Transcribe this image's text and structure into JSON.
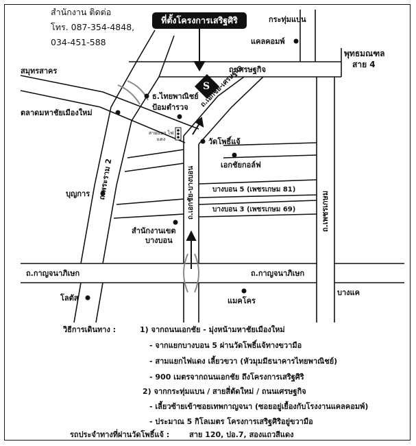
{
  "contact": {
    "line1": "สำนักงาน ติดต่อ",
    "line2": "โทร. 087-354-4848,",
    "line3": "034-451-588"
  },
  "project_title": "ที่ตั้งโครงการเสริฐศิริ",
  "places": {
    "krathum_baen": "กระทุ่มแบน",
    "calcomp": "แคลคอมพ์",
    "phutthamonthon": "พุทธมณฑล",
    "sai4": "สาย 4",
    "samut_sakhon": "สมุทรสาคร",
    "thai_panich": "ธ.ไทยพาณิชย์",
    "police": "ป้อมตำรวจ",
    "mahachai_market": "ตลาดมหาชัยเมืองใหม่",
    "traffic_light": "สามแยก ไฟแดง",
    "wat_phoji": "วัดโพธิ์แจ้",
    "ekachai_golf": "เอกชัยกอล์ฟ",
    "bunyakan": "บุญการ",
    "district_office_1": "สำนักงานเขต",
    "district_office_2": "บางบอน",
    "lotus": "โลตัส",
    "makro": "แมคโคร",
    "bang_khae": "บางแค"
  },
  "roads": {
    "setthakit": "ถ.เศรษฐกิจ",
    "ekachai_setthakit": "ถ.เอกชัย-เศรษฐกิจ",
    "rama2": "ถ.พระราม 2",
    "ekachai_bangbon": "ถ.เอกชัย-บางบอน",
    "bangbon5": "บางบอน 5 (เพชรเกษม 81)",
    "bangbon3": "บางบอน 3 (เพชรเกษม 69)",
    "petchkasem": "ถ.เพชรเกษม",
    "kanchana_left": "ถ.กาญจนาภิเษก",
    "kanchana_right": "ถ.กาญจนาภิเษก"
  },
  "logo_text": "S",
  "directions": {
    "heading": "วิธีการเดินทาง :",
    "route1": "1) จากถนนเอกชัย - มุ่งหน้ามหาชัยเมืองใหม่",
    "route1_a": "- จากแยกบางบอน 5 ผ่านวัดโพธิ์แจ้ทางขวามือ",
    "route1_b": "- สามแยกไฟแดง เลี้ยวขวา (หัวมุมมีธนาคารไทยพาณิชย์)",
    "route1_c": "- 900 เมตรจากถนนเอกชัย ถึงโครงการเสริฐศิริ",
    "route2": "2) จากกระทุ่มแบน / สายสี่ตัดใหม่ / ถนนเศรษฐกิจ",
    "route2_a": "- เลี้ยวซ้ายเข้าซอยเทพกาญจนา (ซอยอยู่เยื้องกับโรงงานแคลคอมพ์)",
    "route2_b": "- ประมาณ 5 กิโลเมตร โครงการเสริฐศิริอยู่ขวามือ",
    "bus_label": "รถประจำทางที่ผ่านวัดโพธิ์แจ้ :",
    "bus_lines": "สาย 120, ปอ.7, สองแถวสีแดง"
  }
}
